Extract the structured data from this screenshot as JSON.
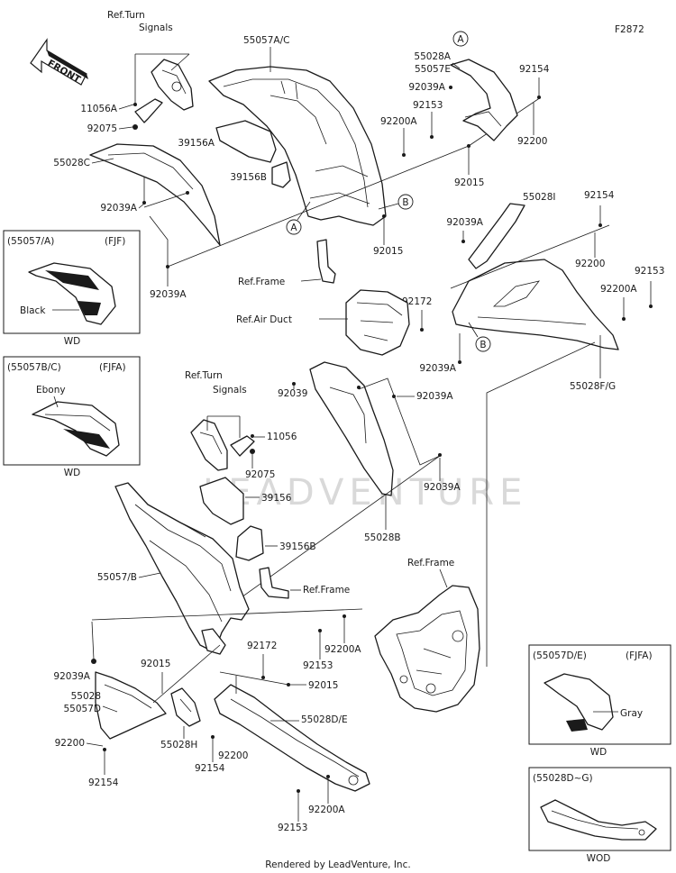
{
  "figure_code": "F2872",
  "front_label": "FRONT",
  "watermark": "LEADVENTURE",
  "footer": "Rendered by LeadVenture, Inc.",
  "callout_letters": [
    "A",
    "B"
  ],
  "labels": {
    "ref_turn_signals_top": "Ref.Turn",
    "ref_turn_signals_top2": "Signals",
    "p55057ac": "55057A/C",
    "p55028a": "55028A",
    "p55057e": "55057E",
    "p92039a_1": "92039A",
    "p92154_1": "92154",
    "p92153_1": "92153",
    "p92200a_1": "92200A",
    "p92200_1": "92200",
    "p11056a": "11056A",
    "p92075_1": "92075",
    "p39156a": "39156A",
    "p55028c": "55028C",
    "p39156b": "39156B",
    "p92015_1": "92015",
    "p92039a_2": "92039A",
    "p92015_2": "92015",
    "p55028i": "55028I",
    "p92154_2": "92154",
    "p92039a_3": "92039A",
    "p92200_2": "92200",
    "p92039a_4": "92039A",
    "ref_frame_top": "Ref.Frame",
    "p92153_2": "92153",
    "p92200a_2": "92200A",
    "p92172_1": "92172",
    "ref_air_duct": "Ref.Air Duct",
    "p92039a_5": "92039A",
    "p55028fg": "55028F/G",
    "ref_turn_signals_mid": "Ref.Turn",
    "ref_turn_signals_mid2": "Signals",
    "p92039": "92039",
    "p92039a_6": "92039A",
    "p11056": "11056",
    "p92075_2": "92075",
    "p92039a_7": "92039A",
    "p39156": "39156",
    "p55028b": "55028B",
    "p39156b_2": "39156B",
    "p55057b": "55057/B",
    "ref_frame_mid": "Ref.Frame",
    "ref_frame_low": "Ref.Frame",
    "p92153_3": "92153",
    "p92200a_3": "92200A",
    "p92039a_8": "92039A",
    "p92015_3": "92015",
    "p92172_2": "92172",
    "p92015_4": "92015",
    "p55028": "55028",
    "p55057d": "55057D",
    "p55028de": "55028D/E",
    "p92200_3": "92200",
    "p55028h": "55028H",
    "p92200_4": "92200",
    "p92154_3": "92154",
    "p92154_4": "92154",
    "p92200a_4": "92200A",
    "p92153_4": "92153"
  },
  "insets": [
    {
      "code": "(55057/A)",
      "variant": "(FJF)",
      "color": "Black",
      "note": "WD"
    },
    {
      "code": "(55057B/C)",
      "variant": "(FJFA)",
      "color": "Ebony",
      "note": "WD"
    },
    {
      "code": "(55057D/E)",
      "variant": "(FJFA)",
      "color": "Gray",
      "note": "WD"
    },
    {
      "code": "(55028D~G)",
      "variant": "",
      "color": "",
      "note": "WOD"
    }
  ]
}
